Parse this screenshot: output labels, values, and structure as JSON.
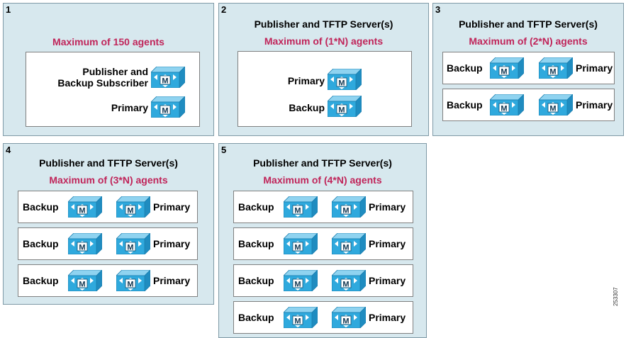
{
  "panels": [
    {
      "number": "1",
      "max": "Maximum of 150 agents",
      "rows": [
        {
          "label_line1": "Publisher and",
          "label_line2": "Backup Subscriber"
        },
        {
          "label": "Primary"
        }
      ]
    },
    {
      "number": "2",
      "title": "Publisher and TFTP Server(s)",
      "max": "Maximum of (1*N) agents",
      "rows": [
        {
          "label": "Primary"
        },
        {
          "label": "Backup"
        }
      ]
    },
    {
      "number": "3",
      "title": "Publisher and TFTP Server(s)",
      "max": "Maximum of (2*N) agents",
      "row": {
        "left": "Backup",
        "right": "Primary"
      }
    },
    {
      "number": "4",
      "title": "Publisher and TFTP Server(s)",
      "max": "Maximum of (3*N) agents",
      "row": {
        "left": "Backup",
        "right": "Primary"
      }
    },
    {
      "number": "5",
      "title": "Publisher and TFTP Server(s)",
      "max": "Maximum of (4*N) agents",
      "row": {
        "left": "Backup",
        "right": "Primary"
      }
    }
  ],
  "icon": {
    "name": "call-manager-server-icon",
    "glyph": "M",
    "color": "#29a8dc"
  },
  "figure_id": "253307"
}
